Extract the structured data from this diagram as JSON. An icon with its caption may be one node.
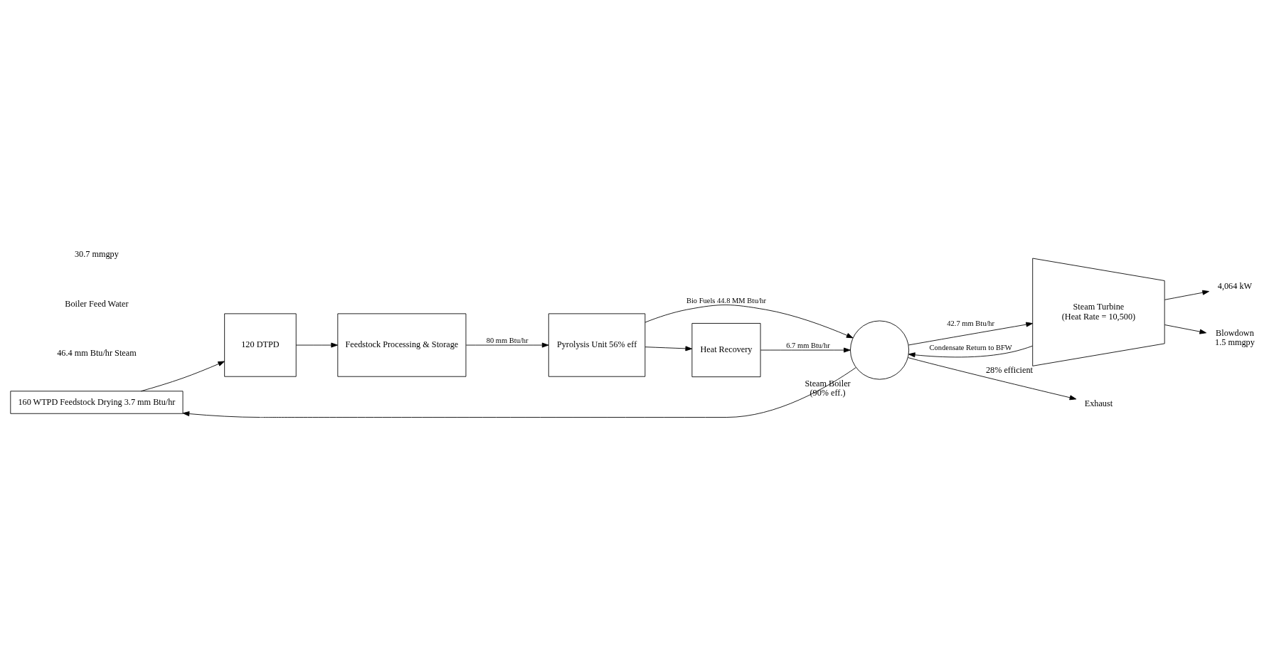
{
  "diagram": {
    "nodes": [
      {
        "text": [
          "160 WTPD Feedstock Drying 3.7 mm Btu/hr"
        ]
      },
      {
        "text": [
          "Steam Turbine",
          "(Heat Rate = 10,500)"
        ],
        "beside": [
          "28% efficient"
        ]
      },
      {
        "text": [
          "120 DTPD"
        ]
      },
      {
        "text": [
          "Feedstock Processing & Storage"
        ]
      },
      {
        "text": [
          "Pyrolysis Unit 56% eff"
        ]
      },
      {
        "text": [],
        "shape": "circle",
        "beside": [
          "Steam Boiler",
          "(90% eff.)"
        ]
      },
      {
        "text": [
          "Heat Recovery"
        ]
      },
      {
        "text": [
          "4,064 kW"
        ]
      },
      {
        "text": [
          "Exhaust"
        ]
      },
      {
        "text": [
          "Blowdown",
          "1.5 mmgpy"
        ]
      }
    ],
    "edges": [
      {
        "from": 0,
        "to": 2,
        "arrow": "to"
      },
      {
        "from": 2,
        "to": 3,
        "arrow": "to"
      },
      {
        "from": 3,
        "to": 4,
        "arrow": "to",
        "label": "80 mm Btu/hr"
      },
      {
        "from": 4,
        "to": 5,
        "arrow": "to",
        "label": "Bio Fuels 44.8 MM Btu/hr"
      },
      {
        "from": 4,
        "to": 6,
        "arrow": "to"
      },
      {
        "from": 6,
        "to": 5,
        "arrow": "to",
        "label": "6.7 mm Btu/hr"
      },
      {
        "from": 5,
        "to": 8,
        "arrow": "to"
      },
      {
        "from": 5,
        "to": 0,
        "arrow": "to"
      },
      {
        "from": 5,
        "to": 1,
        "arrow": "to",
        "label": "42.7 mm Btu/hr"
      },
      {
        "from": 1,
        "to": 7,
        "arrow": "to"
      },
      {
        "from": 1,
        "to": 9,
        "arrow": "to"
      },
      {
        "from": 1,
        "to": 5,
        "arrow": "to",
        "label": "Condensate Return to BFW"
      }
    ],
    "labels": [
      "46.4 mm Btu/hr Steam",
      "Boiler Feed Water",
      "30.7 mmgpy"
    ]
  }
}
